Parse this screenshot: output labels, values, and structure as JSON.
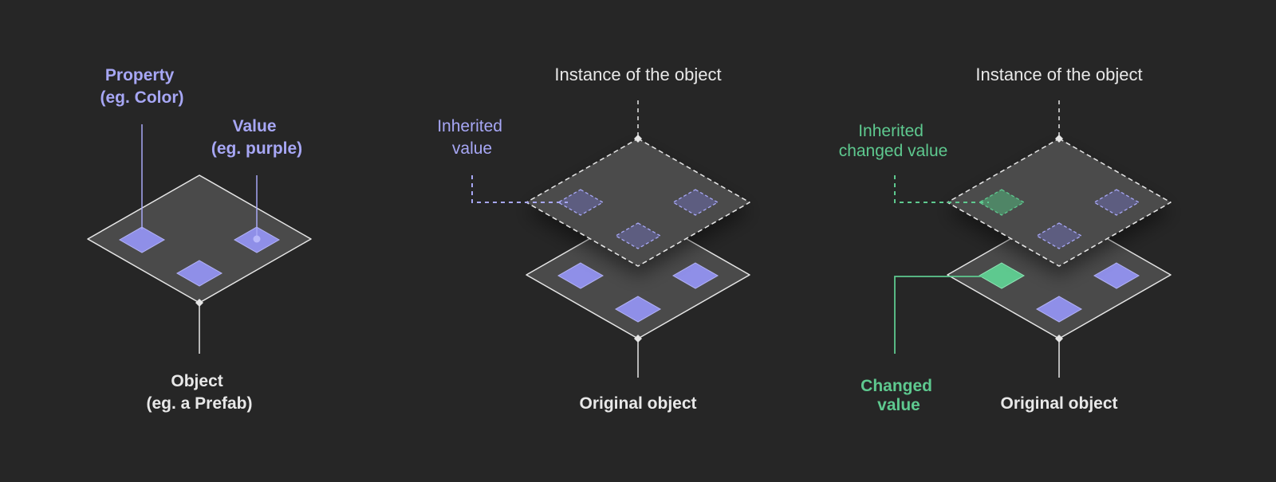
{
  "colors": {
    "background": "#262626",
    "plate_fill": "#4a4a4a",
    "plate_stroke": "#e6e6e6",
    "property_purple": "#8f8fe8",
    "label_purple": "#a7a7f5",
    "changed_green": "#5ec98f",
    "label_white": "#e8e8e8"
  },
  "panel_object": {
    "property_label": {
      "line1": "Property",
      "line2": "(eg. Color)"
    },
    "value_label": {
      "line1": "Value",
      "line2": "(eg. purple)"
    },
    "object_label": {
      "line1": "Object",
      "line2": "(eg. a Prefab)"
    }
  },
  "panel_instance": {
    "instance_label": "Instance of the object",
    "inherited_label": {
      "line1": "Inherited",
      "line2": "value"
    },
    "original_label": "Original object"
  },
  "panel_changed": {
    "instance_label": "Instance of the object",
    "inherited_changed_label": {
      "line1": "Inherited",
      "line2": "changed value"
    },
    "changed_label": {
      "line1": "Changed",
      "line2": "value"
    },
    "original_label": "Original object"
  }
}
